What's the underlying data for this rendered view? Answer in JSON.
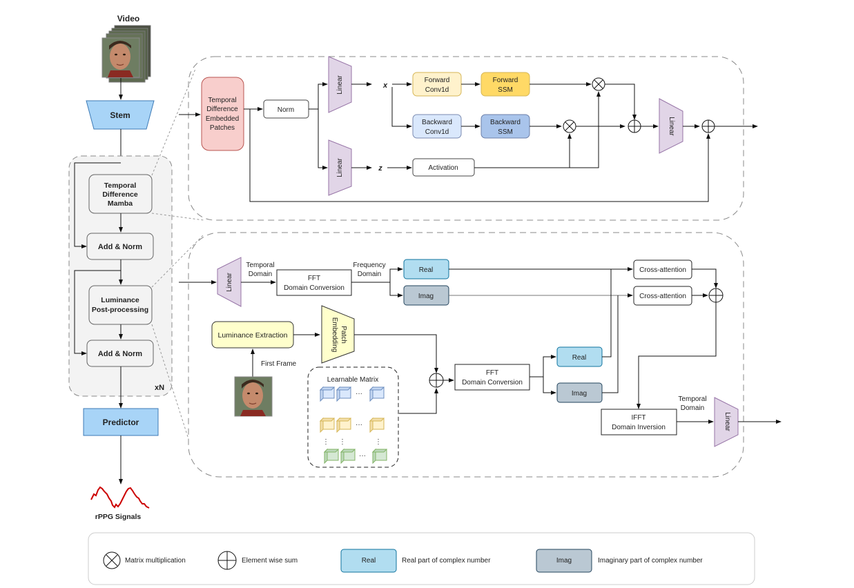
{
  "left_pipeline": {
    "video_label": "Video",
    "stem_label": "Stem",
    "block_repeat_label": "xN",
    "temporal_difference_mamba": [
      "Temporal",
      "Difference",
      "Mamba"
    ],
    "add_norm_1": "Add & Norm",
    "luminance_post_processing": [
      "Luminance",
      "Post-processing"
    ],
    "add_norm_2": "Add & Norm",
    "predictor_label": "Predictor",
    "signal_label": "rPPG Signals"
  },
  "mamba_detail": {
    "embedded_patches": [
      "Temporal",
      "Difference",
      "Embedded",
      "Patches"
    ],
    "norm_label": "Norm",
    "linear_top": "Linear",
    "linear_bottom": "Linear",
    "x_label": "x",
    "z_label": "z",
    "forward_conv": [
      "Forward",
      "Conv1d"
    ],
    "forward_ssm": [
      "Forward",
      "SSM"
    ],
    "backward_conv": [
      "Backward",
      "Conv1d"
    ],
    "backward_ssm": [
      "Backward",
      "SSM"
    ],
    "activation_label": "Activation",
    "linear_out": "Linear"
  },
  "luminance_detail": {
    "linear_in": "Linear",
    "temporal_domain_1": [
      "Temporal",
      "Domain"
    ],
    "fft_top": [
      "FFT",
      "Domain Conversion"
    ],
    "frequency_domain": [
      "Frequency",
      "Domain"
    ],
    "real_top": "Real",
    "imag_top": "Imag",
    "cross_attention_1": "Cross-attention",
    "cross_attention_2": "Cross-attention",
    "luminance_extraction": "Luminance Extraction",
    "first_frame_label": "First Frame",
    "patch_embedding": [
      "Patch",
      "Embedding"
    ],
    "learnable_matrix": "Learnable Matrix",
    "ellipsis": "···",
    "fft_bottom": [
      "FFT",
      "Domain Conversion"
    ],
    "real_bottom": "Real",
    "imag_bottom": "Imag",
    "ifft": [
      "IFFT",
      "Domain Inversion"
    ],
    "temporal_domain_2": [
      "Temporal",
      "Domain"
    ],
    "linear_out": "Linear"
  },
  "legend": {
    "items": [
      {
        "icon": "matrix-multiplication-icon",
        "label": "Matrix multiplication"
      },
      {
        "icon": "element-wise-sum-icon",
        "label": "Element wise sum"
      },
      {
        "swatch": "Real",
        "label": "Real part of complex number"
      },
      {
        "swatch": "Imag",
        "label": "Imaginary part of complex number"
      }
    ]
  },
  "colors": {
    "stem_blue": "#a8d4f7",
    "predictor_blue": "#a8d4f7",
    "linear_purple": "#e1d5e7",
    "embedded_pink": "#f8cecc",
    "forward_conv_yellow": "#fff2cc",
    "forward_ssm_yellow": "#ffd966",
    "backward_conv_blue": "#dae8fc",
    "backward_ssm_blue": "#a9c4eb",
    "real_blue": "#b1ddf0",
    "imag_gray": "#bac8d3",
    "luminance_yellow": "#ffffcc",
    "signal_red": "#cc0000"
  }
}
